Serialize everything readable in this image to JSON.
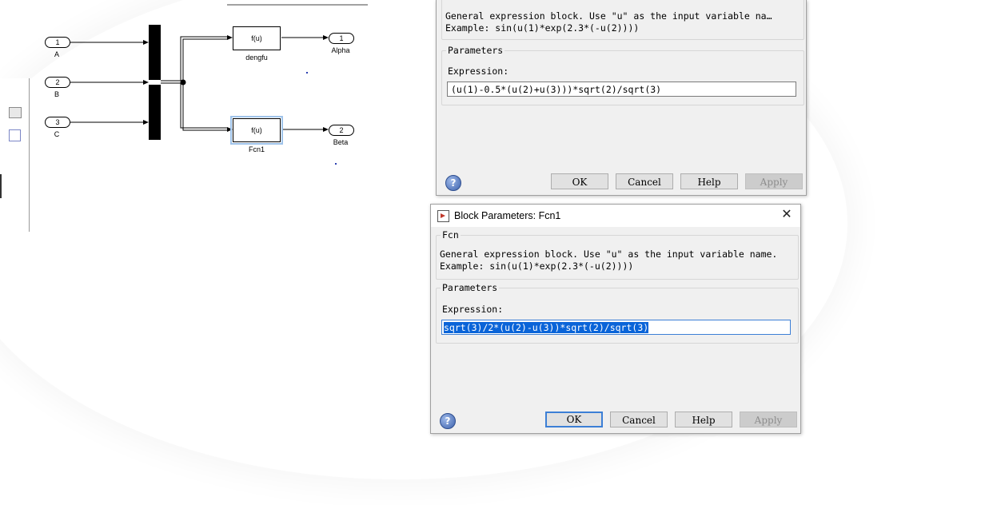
{
  "diagram": {
    "inports": [
      {
        "num": "1",
        "label": "A"
      },
      {
        "num": "2",
        "label": "B"
      },
      {
        "num": "3",
        "label": "C"
      }
    ],
    "blocks": [
      {
        "text": "f(u)",
        "label": "dengfu"
      },
      {
        "text": "f(u)",
        "label": "Fcn1"
      }
    ],
    "outports": [
      {
        "num": "1",
        "label": "Alpha"
      },
      {
        "num": "2",
        "label": "Beta"
      }
    ]
  },
  "dialog_back": {
    "description_line1": "General expression block. Use \"u\" as the input variable na…",
    "description_line2": "Example: sin(u(1)*exp(2.3*(-u(2))))",
    "parameters_legend": "Parameters",
    "expression_label": "Expression:",
    "expression_value": "(u(1)-0.5*(u(2)+u(3)))*sqrt(2)/sqrt(3)",
    "buttons": {
      "ok": "OK",
      "cancel": "Cancel",
      "help": "Help",
      "apply": "Apply"
    }
  },
  "dialog_front": {
    "title": "Block Parameters: Fcn1",
    "close_glyph": "✕",
    "fcn_legend": "Fcn",
    "description_line1": "General expression block. Use \"u\" as the input variable name.",
    "description_line2": "Example: sin(u(1)*exp(2.3*(-u(2))))",
    "parameters_legend": "Parameters",
    "expression_label": "Expression:",
    "expression_value": "sqrt(3)/2*(u(2)-u(3))*sqrt(2)/sqrt(3)",
    "buttons": {
      "ok": "OK",
      "cancel": "Cancel",
      "help": "Help",
      "apply": "Apply"
    }
  },
  "icons": {
    "help": "?"
  }
}
